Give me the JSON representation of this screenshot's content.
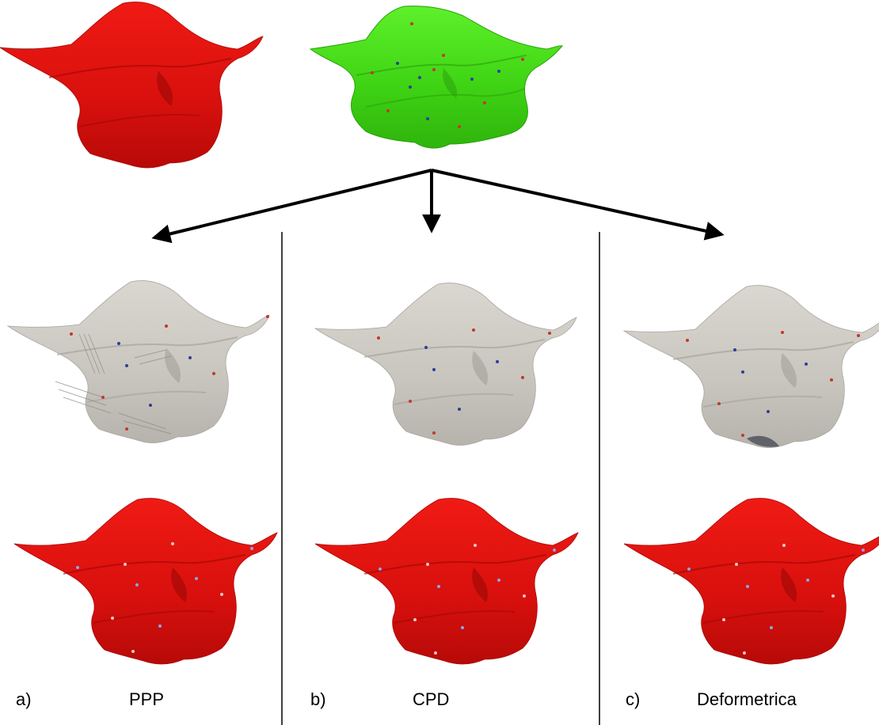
{
  "panels": [
    {
      "letter": "a)",
      "method": "PPP"
    },
    {
      "letter": "b)",
      "method": "CPD"
    },
    {
      "letter": "c)",
      "method": "Deformetrica"
    }
  ],
  "colors": {
    "template_surface": "#3fdc16",
    "registered_surface": "#c9c6bf",
    "target_surface": "#e0120f",
    "landmark_red": "#c0392b",
    "landmark_blue": "#2c3e9a",
    "arrow": "#000000"
  }
}
